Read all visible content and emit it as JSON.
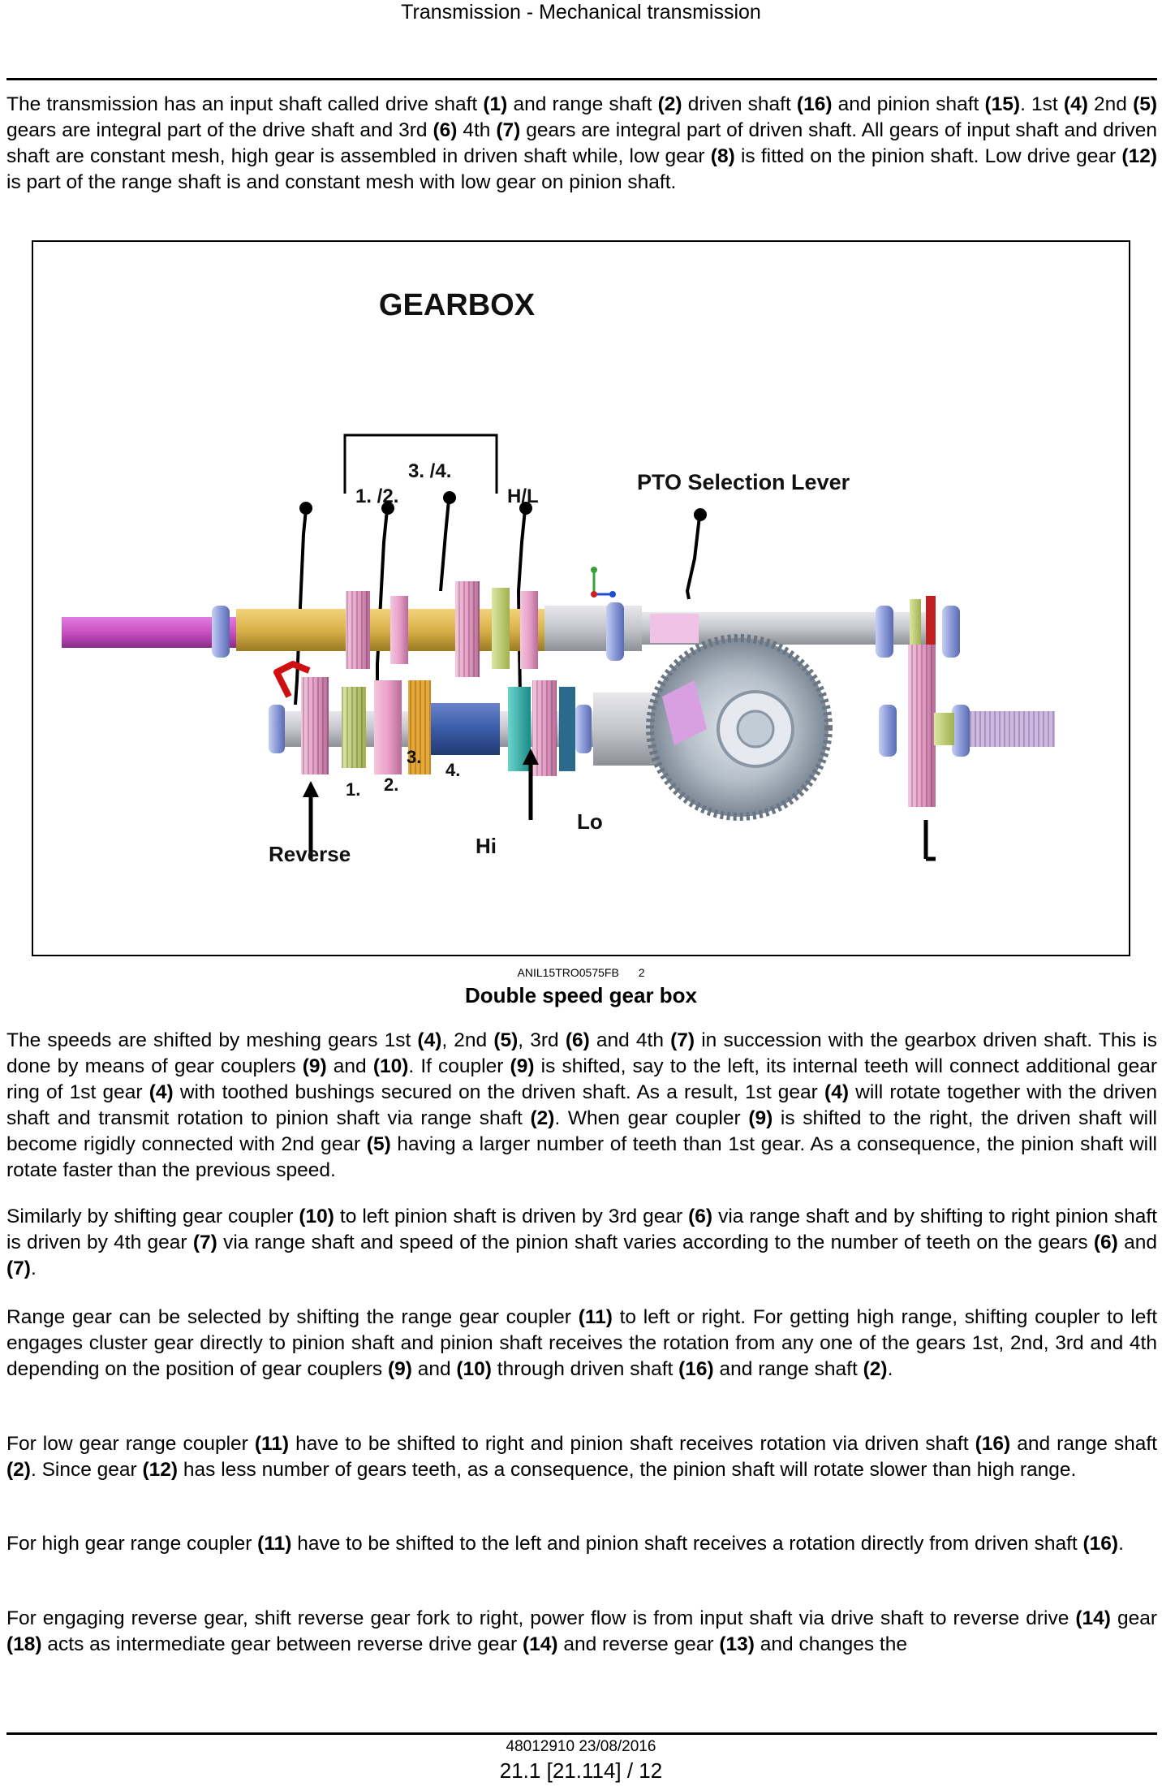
{
  "header": {
    "title": "Transmission - Mechanical transmission"
  },
  "paragraphs": [
    [
      {
        "t": "The transmission has an input shaft called drive shaft "
      },
      {
        "b": "(1)"
      },
      {
        "t": " and range shaft "
      },
      {
        "b": "(2)"
      },
      {
        "t": " driven shaft "
      },
      {
        "b": "(16)"
      },
      {
        "t": " and pinion shaft "
      },
      {
        "b": "(15)"
      },
      {
        "t": ". 1st "
      },
      {
        "b": "(4)"
      },
      {
        "t": " 2nd "
      },
      {
        "b": "(5)"
      },
      {
        "t": " gears are integral part of the drive shaft and 3rd "
      },
      {
        "b": "(6)"
      },
      {
        "t": " 4th "
      },
      {
        "b": "(7)"
      },
      {
        "t": " gears are integral part of driven shaft. All gears of input shaft and driven shaft are constant mesh, high gear is assembled in driven shaft while, low gear "
      },
      {
        "b": "(8)"
      },
      {
        "t": " is fitted on the pinion shaft. Low drive gear "
      },
      {
        "b": "(12)"
      },
      {
        "t": " is part of the range shaft is and constant mesh with low gear on pinion shaft."
      }
    ],
    [
      {
        "t": "The speeds are shifted by meshing gears 1st "
      },
      {
        "b": "(4)"
      },
      {
        "t": ", 2nd "
      },
      {
        "b": "(5)"
      },
      {
        "t": ", 3rd "
      },
      {
        "b": "(6)"
      },
      {
        "t": " and 4th "
      },
      {
        "b": "(7)"
      },
      {
        "t": " in succession with the gearbox driven shaft. This is done by means of gear couplers "
      },
      {
        "b": "(9)"
      },
      {
        "t": " and "
      },
      {
        "b": "(10)"
      },
      {
        "t": ". If coupler "
      },
      {
        "b": "(9)"
      },
      {
        "t": " is shifted, say to the left, its internal teeth will connect additional gear ring of 1st gear "
      },
      {
        "b": "(4)"
      },
      {
        "t": " with toothed bushings secured on the driven shaft. As a result, 1st gear "
      },
      {
        "b": "(4)"
      },
      {
        "t": " will rotate together with the driven shaft and transmit rotation to pinion shaft via range shaft "
      },
      {
        "b": "(2)"
      },
      {
        "t": ". When gear coupler "
      },
      {
        "b": "(9)"
      },
      {
        "t": " is shifted to the right, the driven shaft will become rigidly connected with 2nd gear "
      },
      {
        "b": "(5)"
      },
      {
        "t": " having a larger number of teeth than 1st gear. As a consequence, the pinion shaft will rotate faster than the previous speed."
      }
    ],
    [
      {
        "t": "Similarly by shifting gear coupler "
      },
      {
        "b": "(10)"
      },
      {
        "t": " to left pinion shaft is driven by 3rd gear "
      },
      {
        "b": "(6)"
      },
      {
        "t": " via range shaft and by shifting to right pinion shaft is driven by 4th gear "
      },
      {
        "b": "(7)"
      },
      {
        "t": " via range shaft and speed of the pinion shaft varies according to the number of teeth on the gears "
      },
      {
        "b": "(6)"
      },
      {
        "t": " and "
      },
      {
        "b": "(7)"
      },
      {
        "t": "."
      }
    ],
    [
      {
        "t": "Range gear can be selected by shifting the range gear coupler "
      },
      {
        "b": "(11)"
      },
      {
        "t": " to left or right.  For getting high range, shifting coupler to left engages cluster gear directly to pinion shaft and pinion shaft receives the rotation from any one of the gears 1st, 2nd, 3rd and 4th depending on the position of gear couplers "
      },
      {
        "b": "(9)"
      },
      {
        "t": " and "
      },
      {
        "b": "(10)"
      },
      {
        "t": " through driven shaft "
      },
      {
        "b": "(16)"
      },
      {
        "t": " and range shaft "
      },
      {
        "b": "(2)"
      },
      {
        "t": "."
      }
    ],
    [
      {
        "t": "For low gear range coupler "
      },
      {
        "b": "(11)"
      },
      {
        "t": " have to be shifted to right and pinion shaft receives rotation via driven shaft "
      },
      {
        "b": "(16)"
      },
      {
        "t": " and range shaft "
      },
      {
        "b": "(2)"
      },
      {
        "t": ". Since gear "
      },
      {
        "b": "(12)"
      },
      {
        "t": " has less number of gears teeth, as a consequence, the pinion shaft will rotate slower than high range."
      }
    ],
    [
      {
        "t": "For high gear range coupler "
      },
      {
        "b": "(11)"
      },
      {
        "t": " have to be shifted to the left and pinion shaft receives a rotation directly from driven shaft "
      },
      {
        "b": "(16)"
      },
      {
        "t": "."
      }
    ],
    [
      {
        "t": "For engaging reverse gear, shift reverse gear fork to right, power flow is from input shaft via drive shaft to reverse drive "
      },
      {
        "b": "(14)"
      },
      {
        "t": " gear "
      },
      {
        "b": "(18)"
      },
      {
        "t": " acts as intermediate gear between reverse drive gear "
      },
      {
        "b": "(14)"
      },
      {
        "t": " and reverse gear "
      },
      {
        "b": "(13)"
      },
      {
        "t": " and changes the"
      }
    ]
  ],
  "figure": {
    "title": "GEARBOX",
    "labels": {
      "gate_12": "1. /2.",
      "gate_34": "3.  /4.",
      "hl": "H/L",
      "pto": "PTO Selection Lever",
      "reverse": "Reverse",
      "hi": "Hi",
      "lo": "Lo",
      "n1": "1.",
      "n2": "2.",
      "n3": "3.",
      "n4": "4.",
      "l_mark": "L"
    },
    "ref_code": "ANIL15TRO0575FB",
    "ref_num": "2",
    "caption": "Double speed gear box"
  },
  "footer": {
    "doc": "48012910 23/08/2016",
    "page": "21.1 [21.114] / 12"
  },
  "colors": {
    "input_shaft": "#c850c0",
    "drive_shaft": "#d9b24a",
    "gear_pink": "#e8a0c8",
    "gear_green": "#b8c870",
    "gear_teal": "#2aa5a0",
    "gear_blue": "#3a5ca8",
    "bearing": "#8a9ad8",
    "crown": "#9aa8b8",
    "reverse_link": "#d01010"
  }
}
